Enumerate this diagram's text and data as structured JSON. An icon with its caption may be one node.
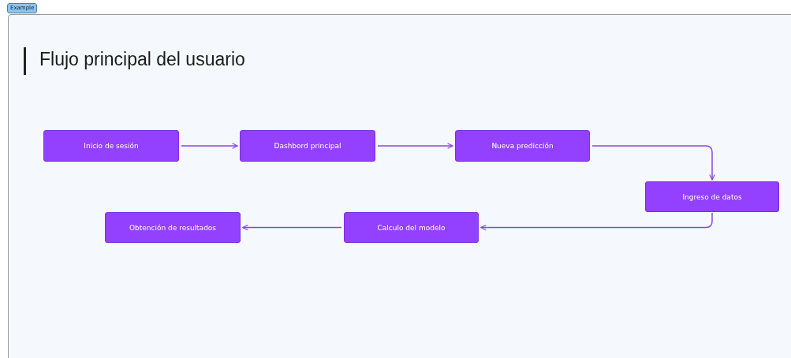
{
  "diagram": {
    "title": "Flujo principal del usuario",
    "nodes": [
      {
        "text": [
          "Inicio de sesión"
        ]
      },
      {
        "text": [
          "Dashbord principal"
        ]
      },
      {
        "text": [
          "Nueva predicción"
        ]
      },
      {
        "text": [
          "Ingreso de datos"
        ]
      },
      {
        "text": [
          "Calculo del modelo"
        ]
      },
      {
        "text": [
          "Obtención de resultados"
        ]
      }
    ],
    "edges": [
      {
        "from": 0,
        "to": 1,
        "arrow": "to"
      },
      {
        "from": 1,
        "to": 2,
        "arrow": "to"
      },
      {
        "from": 2,
        "to": 3,
        "arrow": "to"
      },
      {
        "from": 3,
        "to": 4,
        "arrow": "to"
      },
      {
        "from": 4,
        "to": 5,
        "arrow": "to"
      }
    ],
    "labels": [
      "Example"
    ]
  }
}
